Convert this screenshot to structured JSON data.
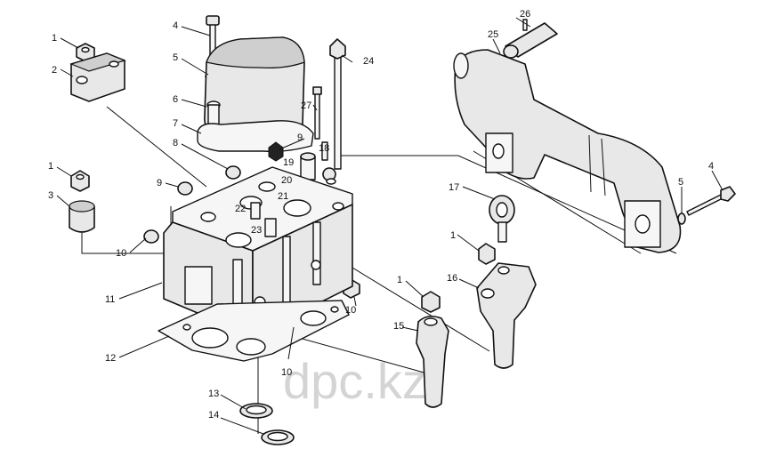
{
  "watermark": "dpc.kz",
  "callouts": [
    {
      "id": "c-1a",
      "text": "1"
    },
    {
      "id": "c-2",
      "text": "2"
    },
    {
      "id": "c-1b",
      "text": "1"
    },
    {
      "id": "c-3",
      "text": "3"
    },
    {
      "id": "c-4a",
      "text": "4"
    },
    {
      "id": "c-5a",
      "text": "5"
    },
    {
      "id": "c-6",
      "text": "6"
    },
    {
      "id": "c-7",
      "text": "7"
    },
    {
      "id": "c-8",
      "text": "8"
    },
    {
      "id": "c-9a",
      "text": "9"
    },
    {
      "id": "c-9b",
      "text": "9"
    },
    {
      "id": "c-10a",
      "text": "10"
    },
    {
      "id": "c-10b",
      "text": "10"
    },
    {
      "id": "c-10c",
      "text": "10"
    },
    {
      "id": "c-11",
      "text": "11"
    },
    {
      "id": "c-12",
      "text": "12"
    },
    {
      "id": "c-13",
      "text": "13"
    },
    {
      "id": "c-14",
      "text": "14"
    },
    {
      "id": "c-18",
      "text": "18"
    },
    {
      "id": "c-19",
      "text": "19"
    },
    {
      "id": "c-20",
      "text": "20"
    },
    {
      "id": "c-21",
      "text": "21"
    },
    {
      "id": "c-22",
      "text": "22"
    },
    {
      "id": "c-23",
      "text": "23"
    },
    {
      "id": "c-24",
      "text": "24"
    },
    {
      "id": "c-27",
      "text": "27"
    },
    {
      "id": "c-25",
      "text": "25"
    },
    {
      "id": "c-26",
      "text": "26"
    },
    {
      "id": "c-17",
      "text": "17"
    },
    {
      "id": "c-1c",
      "text": "1"
    },
    {
      "id": "c-16",
      "text": "16"
    },
    {
      "id": "c-1d",
      "text": "1"
    },
    {
      "id": "c-15",
      "text": "15"
    },
    {
      "id": "c-4b",
      "text": "4"
    },
    {
      "id": "c-5b",
      "text": "5"
    }
  ]
}
